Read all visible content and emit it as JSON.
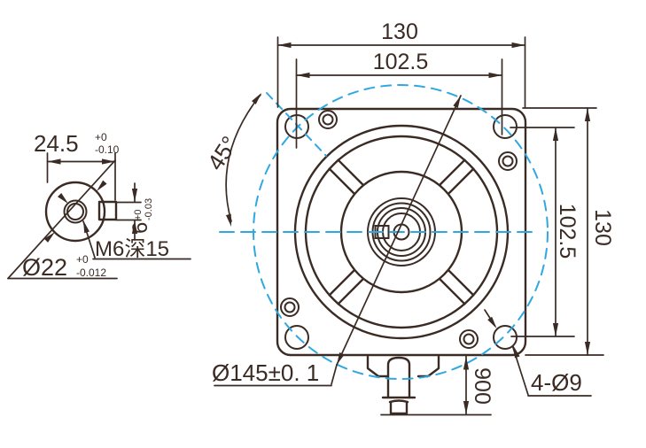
{
  "title": "motor-flange-dimension-drawing",
  "colors": {
    "line": "#3a2b24",
    "accent": "#2fa8e1",
    "background": "#ffffff"
  },
  "shaft_detail": {
    "width": {
      "value": "24.5",
      "tol_up": "+0",
      "tol_low": "-0.10"
    },
    "diameter": {
      "value": "Ø22",
      "tol_up": "+0",
      "tol_low": "-0.012"
    },
    "key": {
      "value": "6",
      "tol_up": "+0",
      "tol_low": "-0.03"
    },
    "tap": {
      "label": "M6深15"
    }
  },
  "flange": {
    "width": {
      "value": "130"
    },
    "height": {
      "value": "130"
    },
    "hole_spacing_h": {
      "value": "102.5"
    },
    "hole_spacing_v": {
      "value": "102.5"
    },
    "angle": {
      "value": "45°"
    },
    "bolt_circle": {
      "label": "Ø145±0. 1"
    },
    "mounting_holes": {
      "label": "4-Ø9"
    },
    "lead_length": {
      "value": "900"
    }
  }
}
